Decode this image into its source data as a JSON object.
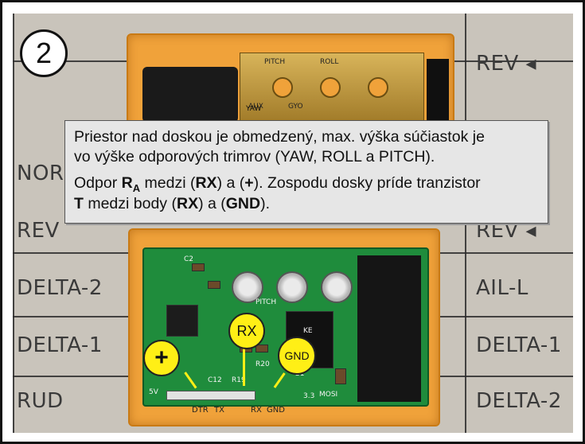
{
  "step": {
    "number": "2"
  },
  "callout": {
    "line1": "Priestor nad doskou je obmedzený, max. výška súčiastok je",
    "line2": "vo výške odporových trimrov (YAW, ROLL a PITCH).",
    "p2_a": "Odpor ",
    "p2_R": "R",
    "p2_sub": "A",
    "p2_b": " medzi (",
    "p2_RX": "RX",
    "p2_c": ") a (",
    "p2_plus": "+",
    "p2_d": "). Zospodu dosky príde tranzistor",
    "p3_T": "T",
    "p3_a": " medzi body (",
    "p3_RX": "RX",
    "p3_b": ") a (",
    "p3_GND": "GND",
    "p3_c": ")."
  },
  "markers": {
    "plus": "+",
    "rx": "RX",
    "gnd": "GND"
  },
  "background_table": {
    "left_column": [
      "NOR",
      "REV",
      "DELTA-2",
      "DELTA-1",
      "RUD"
    ],
    "right_column": [
      "REV ◂",
      "REV ◂",
      "AIL-L",
      "DELTA-1",
      "DELTA-2"
    ]
  },
  "board_silkscreen": {
    "top": [
      "PITCH",
      "ROLL",
      "YAW",
      "AUX",
      "GYO"
    ],
    "bottom": [
      "DTR",
      "TX",
      "RX",
      "GND",
      "PITCH",
      "R20",
      "R19",
      "C12",
      "S1",
      "C2",
      "KE",
      "5V",
      "MOSI",
      "3.3"
    ]
  },
  "colors": {
    "case": "#f0a23a",
    "pcb": "#1f8c3c",
    "marker": "#ffef16",
    "callout_bg": "#e6e6e6"
  }
}
